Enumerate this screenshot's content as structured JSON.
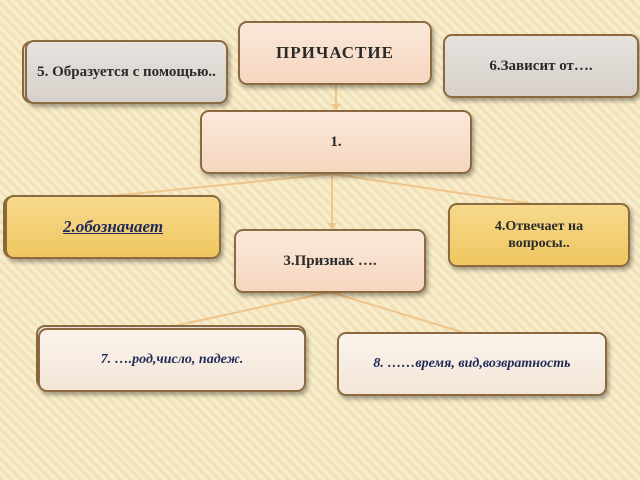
{
  "nodes": {
    "root": "ПРИЧАСТИЕ",
    "n1": "1.",
    "n2": "2.обозначает",
    "n3": "3.Признак ….",
    "n4": "4.Отвечает на вопросы..",
    "n5": "5. Образуется с помощью..",
    "n6": "6.Зависит от….",
    "n7": "7. ….род,число, падеж.",
    "n8": "8. ……время, вид,возвратность"
  },
  "colors": {
    "background": "#f7ebc7",
    "border": "#8a6a3e",
    "connector": "#f0c58a",
    "peach": "#f5d6bf",
    "gray": "#d7d0ca",
    "yellow": "#f0c760",
    "navy_text": "#1f2a5a"
  }
}
